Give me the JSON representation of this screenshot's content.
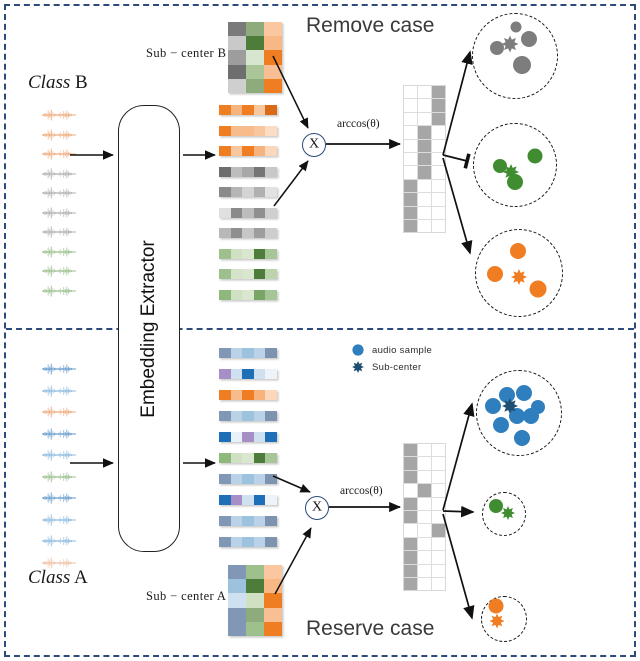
{
  "figure": {
    "title_top": "Remove case",
    "title_bottom": "Reserve case",
    "extractor_label": "Embedding Extractor",
    "operator_symbol": "X",
    "arccos_label": "arccos(θ)"
  },
  "top_panel": {
    "class_label_italic": "Class",
    "class_label_plain": "B",
    "subcenter_label": "Sub − center B",
    "waveform_colors": [
      "#e8955a",
      "#e8955a",
      "#e8955a",
      "#9a9a9a",
      "#9a9a9a",
      "#9a9a9a",
      "#9a9a9a",
      "#7fae6e",
      "#7fae6e",
      "#7fae6e"
    ],
    "embeddings": [
      [
        "#ef7d22",
        "#f6b37e",
        "#ef7d22",
        "#f8c79f",
        "#d96a17"
      ],
      [
        "#ef7d22",
        "#f7bb8c",
        "#f7bb8c",
        "#f8c79f",
        "#fbdcc4"
      ],
      [
        "#ef7d22",
        "#f8c79f",
        "#ef7d22",
        "#f6b37e",
        "#fbd7bb"
      ],
      [
        "#6e6e6e",
        "#bdbdbd",
        "#a8a8a8",
        "#757575",
        "#c8c8c8"
      ],
      [
        "#8a8a8a",
        "#b5b5b5",
        "#d4d4d4",
        "#b0b0b0",
        "#e2e2e2"
      ],
      [
        "#e0e0e0",
        "#8a8a8a",
        "#bcbcbc",
        "#8f8f8f",
        "#cfcfcf"
      ],
      [
        "#b8b8b8",
        "#8f8f8f",
        "#c6c6c6",
        "#9d9d9d",
        "#cdcdcd"
      ],
      [
        "#9ec08c",
        "#cfe0c3",
        "#d9e7cf",
        "#4e7c3a",
        "#a7c697"
      ],
      [
        "#9ec08c",
        "#d5e3ca",
        "#d9e7cf",
        "#4e7c3a",
        "#bcd3ae"
      ],
      [
        "#8fb87c",
        "#cfe0c3",
        "#d9e7cf",
        "#79a566",
        "#a7c697"
      ]
    ],
    "subcenter_grid": {
      "cols": 3,
      "rows": 5,
      "cells": [
        "#7a7a7a",
        "#8eab7c",
        "#fac7a0",
        "#c9c9c9",
        "#4e7c3a",
        "#f8b886",
        "#9d9d9d",
        "#d8e6cf",
        "#ef7d22",
        "#6e6e6e",
        "#aac698",
        "#f8bf94",
        "#cfcfcf",
        "#8eab7c",
        "#ef7d22"
      ]
    },
    "matrix": {
      "cols": 3,
      "rows": 11,
      "cells": [
        "#ffffff",
        "#ffffff",
        "#a6a6a6",
        "#ffffff",
        "#ffffff",
        "#a6a6a6",
        "#ffffff",
        "#ffffff",
        "#a6a6a6",
        "#ffffff",
        "#a6a6a6",
        "#ffffff",
        "#ffffff",
        "#a6a6a6",
        "#ffffff",
        "#ffffff",
        "#a6a6a6",
        "#ffffff",
        "#ffffff",
        "#a6a6a6",
        "#ffffff",
        "#a6a6a6",
        "#ffffff",
        "#ffffff",
        "#a6a6a6",
        "#ffffff",
        "#ffffff",
        "#a6a6a6",
        "#ffffff",
        "#ffffff",
        "#a6a6a6",
        "#ffffff",
        "#ffffff"
      ]
    },
    "clusters": [
      {
        "name": "gray-cluster",
        "color": "#7d7d7d",
        "samples": 4,
        "subcenters": 1
      },
      {
        "name": "green-cluster",
        "color": "#3f8c31",
        "samples": 3,
        "subcenters": 1
      },
      {
        "name": "orange-cluster",
        "color": "#f07d22",
        "samples": 3,
        "subcenters": 1
      }
    ]
  },
  "bottom_panel": {
    "class_label_italic": "Class",
    "class_label_plain": "A",
    "subcenter_label": "Sub − center A",
    "waveform_colors": [
      "#3a7fbf",
      "#6fa8d6",
      "#e8955a",
      "#3a7fbf",
      "#6fa8d6",
      "#7fae6e",
      "#3a7fbf",
      "#6fa8d6",
      "#6fa8d6",
      "#e8b08a"
    ],
    "embeddings": [
      [
        "#8097b5",
        "#b9d2e8",
        "#9dc2de",
        "#b9d2e8",
        "#7e93b0"
      ],
      [
        "#a58fc4",
        "#cfe0f0",
        "#1f6fb8",
        "#cfe0f0",
        "#eef3fa"
      ],
      [
        "#ef7d22",
        "#f7bb8c",
        "#ef7d22",
        "#f6b37e",
        "#fbd7bb"
      ],
      [
        "#8097b5",
        "#b9d2e8",
        "#9dc2de",
        "#b9d2e8",
        "#7e93b0"
      ],
      [
        "#1f6fb8",
        "#e9f1f9",
        "#a58fc4",
        "#cfe0f0",
        "#1f6fb8"
      ],
      [
        "#8fb87c",
        "#cfe0c3",
        "#d9e7cf",
        "#4e7c3a",
        "#a7c697"
      ],
      [
        "#8097b5",
        "#b9d2e8",
        "#9dc2de",
        "#b9d2e8",
        "#7e93b0"
      ],
      [
        "#1f6fb8",
        "#a58fc4",
        "#cfe0f0",
        "#1f6fb8",
        "#eef3fa"
      ],
      [
        "#8097b5",
        "#b9d2e8",
        "#9dc2de",
        "#b9d2e8",
        "#7e93b0"
      ],
      [
        "#8097b5",
        "#b9d2e8",
        "#9dc2de",
        "#b9d2e8",
        "#7e93b0"
      ]
    ],
    "subcenter_grid": {
      "cols": 3,
      "rows": 5,
      "cells": [
        "#8097b5",
        "#9ec08c",
        "#fac7a0",
        "#9dc2de",
        "#4e7c3a",
        "#f8b886",
        "#cfe0f0",
        "#cfe0c3",
        "#ef7d22",
        "#8097b5",
        "#8eab7c",
        "#f8bf94",
        "#8097b5",
        "#9ec08c",
        "#ef7d22"
      ]
    },
    "matrix": {
      "cols": 3,
      "rows": 11,
      "cells": [
        "#a6a6a6",
        "#ffffff",
        "#ffffff",
        "#a6a6a6",
        "#ffffff",
        "#ffffff",
        "#a6a6a6",
        "#ffffff",
        "#ffffff",
        "#ffffff",
        "#a6a6a6",
        "#ffffff",
        "#a6a6a6",
        "#ffffff",
        "#ffffff",
        "#a6a6a6",
        "#ffffff",
        "#ffffff",
        "#ffffff",
        "#ffffff",
        "#a6a6a6",
        "#a6a6a6",
        "#ffffff",
        "#ffffff",
        "#a6a6a6",
        "#ffffff",
        "#ffffff",
        "#a6a6a6",
        "#ffffff",
        "#ffffff",
        "#a6a6a6",
        "#ffffff",
        "#ffffff"
      ]
    },
    "clusters": [
      {
        "name": "blue-cluster",
        "color": "#2f7fbe",
        "samples": 8,
        "subcenters": 1
      },
      {
        "name": "green-cluster",
        "color": "#3f8c31",
        "samples": 1,
        "subcenters": 1
      },
      {
        "name": "orange-cluster",
        "color": "#f07d22",
        "samples": 1,
        "subcenters": 1
      }
    ],
    "legend": [
      {
        "marker": "circle",
        "color": "#2f7fbe",
        "label": "audio sample"
      },
      {
        "marker": "star",
        "color": "#1e4f72",
        "label": "Sub-center"
      }
    ]
  },
  "palette": {
    "frame_blue": "#2e4a7d",
    "orange": "#ef7d22",
    "green": "#3f8c31",
    "blue": "#2f7fbe",
    "gray": "#7d7d7d",
    "navy": "#1e4f72"
  }
}
